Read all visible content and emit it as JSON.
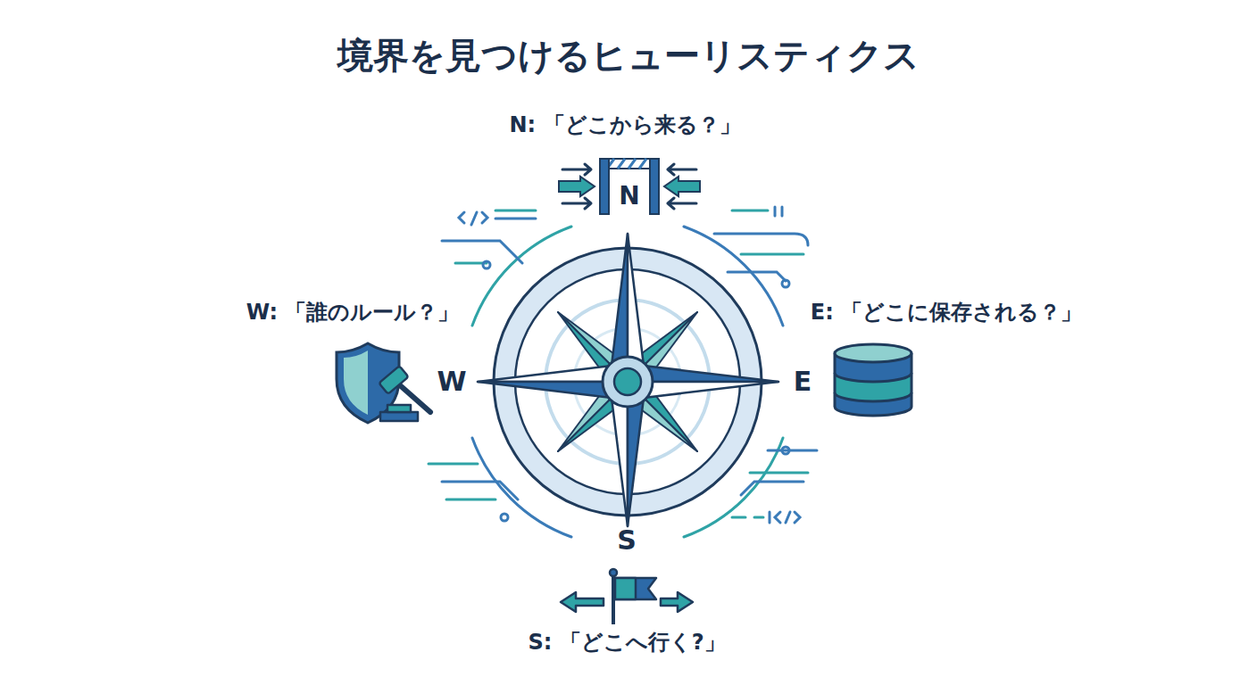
{
  "diagram": {
    "title": "境界を見つけるヒューリスティクス",
    "labels": [
      "N: 「どこから来る？」",
      "N",
      "W: 「誰のルール？」",
      "W",
      "E: 「どこに保存される？」",
      "E",
      "S",
      "S: 「どこへ行く?」"
    ]
  }
}
